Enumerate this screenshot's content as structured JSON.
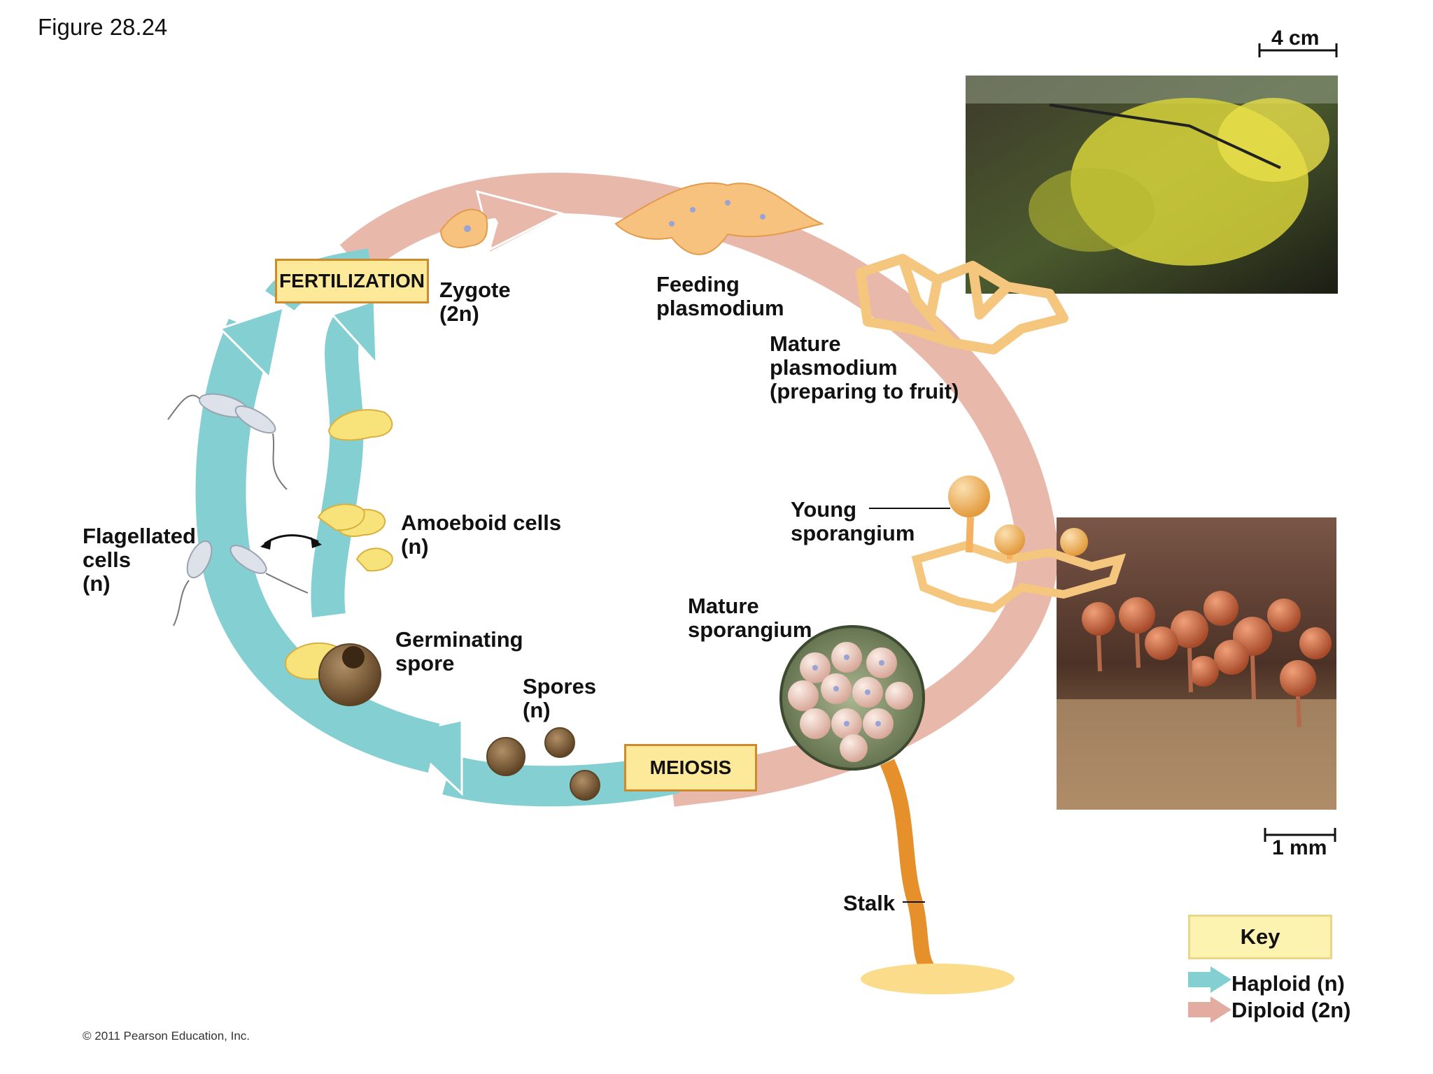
{
  "figure_title": "Figure 28.24",
  "stages": {
    "fertilization": "FERTILIZATION",
    "meiosis": "MEIOSIS"
  },
  "labels": {
    "zygote_line1": "Zygote",
    "zygote_line2": "(2n)",
    "feeding_line1": "Feeding",
    "feeding_line2": "plasmodium",
    "mature_plas_line1": "Mature",
    "mature_plas_line2": "plasmodium",
    "mature_plas_line3": "(preparing to fruit)",
    "young_spor_line1": "Young",
    "young_spor_line2": "sporangium",
    "mature_spor_line1": "Mature",
    "mature_spor_line2": "sporangium",
    "stalk": "Stalk",
    "spores_line1": "Spores",
    "spores_line2": "(n)",
    "germ_line1": "Germinating",
    "germ_line2": "spore",
    "amoeboid_line1": "Amoeboid cells",
    "amoeboid_line2": "(n)",
    "flag_line1": "Flagellated",
    "flag_line2": "cells",
    "flag_line3": "(n)"
  },
  "scale_bars": {
    "top": "4 cm",
    "bottom": "1 mm"
  },
  "key": {
    "title": "Key",
    "haploid": "Haploid (n)",
    "diploid": "Diploid (2n)",
    "haploid_color": "#7fcdcf",
    "diploid_color": "#e2ada0"
  },
  "copyright": "© 2011 Pearson Education, Inc."
}
